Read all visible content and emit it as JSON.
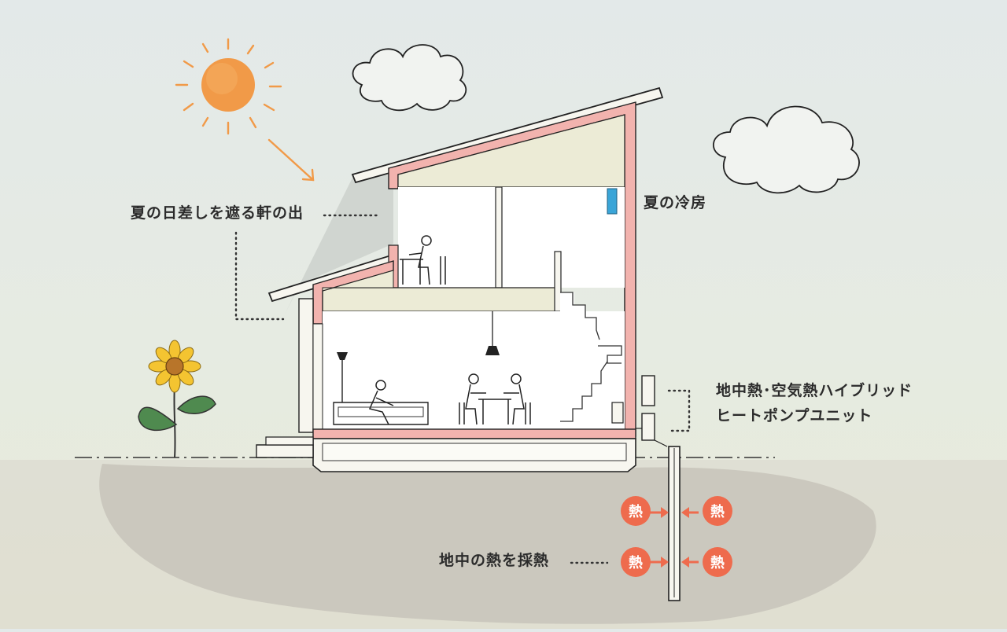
{
  "callouts": {
    "eaves": "夏の日差しを遮る軒の出",
    "cooling": "夏の冷房",
    "heatpump_line1": "地中熱･空気熱ハイブリッド",
    "heatpump_line2": "ヒートポンプユニット",
    "ground_heat": "地中の熱を採熱"
  },
  "heat_badge": "熱",
  "colors": {
    "insulation": "#f2b3ae",
    "heat_badge": "#ee6b4d",
    "arrow": "#ee6b4d",
    "ground": "#c9c5bd",
    "sun": "#f19a48",
    "ac_unit": "#3aa5d8",
    "sunflower": "#f4c431"
  }
}
